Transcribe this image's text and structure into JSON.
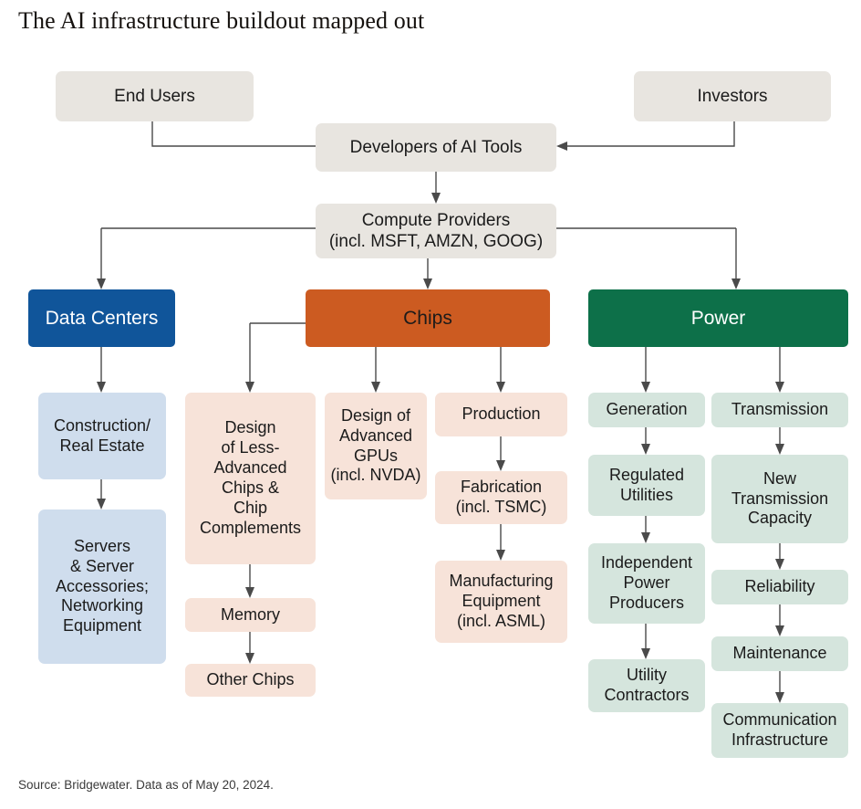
{
  "title": "The AI infrastructure buildout mapped out",
  "source": "Source: Bridgewater. Data as of May 20, 2024.",
  "colors": {
    "neutral_box": "#e8e5e0",
    "data_centers": "#10559a",
    "chips": "#cc5b21",
    "power": "#0d7049",
    "data_centers_child": "#cfdded",
    "chips_child": "#f7e3d9",
    "power_child": "#d5e5dd",
    "connector": "#4a4a4a",
    "background": "#ffffff"
  },
  "nodes": {
    "end_users": "End Users",
    "investors": "Investors",
    "developers": "Developers of AI Tools",
    "compute_providers": "Compute Providers\n(incl. MSFT, AMZN, GOOG)",
    "data_centers": "Data Centers",
    "chips": "Chips",
    "power": "Power",
    "construction_real_estate": "Construction/\nReal Estate",
    "servers": "Servers\n& Server\nAccessories;\nNetworking\nEquipment",
    "design_less_advanced": "Design\nof Less-\nAdvanced\nChips &\nChip\nComplements",
    "memory": "Memory",
    "other_chips": "Other Chips",
    "design_advanced_gpus": "Design of\nAdvanced\nGPUs\n(incl. NVDA)",
    "production": "Production",
    "fabrication": "Fabrication\n(incl. TSMC)",
    "manufacturing_equipment": "Manufacturing\nEquipment\n(incl. ASML)",
    "generation": "Generation",
    "regulated_utilities": "Regulated\nUtilities",
    "independent_power_producers": "Independent\nPower\nProducers",
    "utility_contractors": "Utility\nContractors",
    "transmission": "Transmission",
    "new_transmission_capacity": "New\nTransmission\nCapacity",
    "reliability": "Reliability",
    "maintenance": "Maintenance",
    "communication_infrastructure": "Communication\nInfrastructure"
  }
}
